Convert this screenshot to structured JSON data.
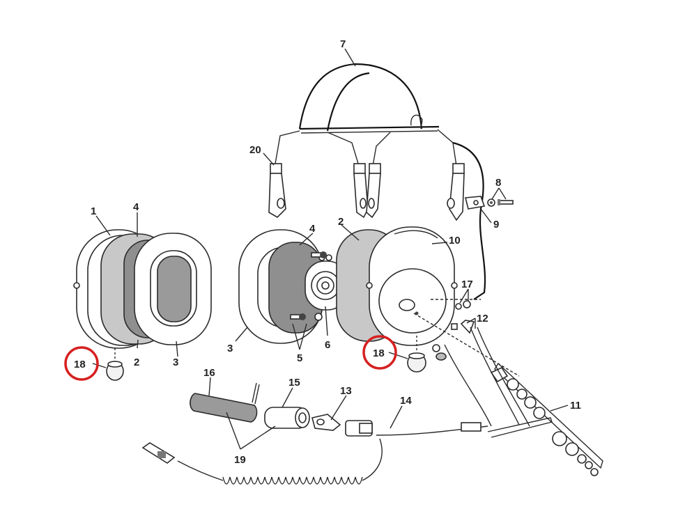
{
  "diagram": {
    "callouts": {
      "c1": "1",
      "c2a": "2",
      "c2b": "2",
      "c3a": "3",
      "c3b": "3",
      "c4a": "4",
      "c4b": "4",
      "c5": "5",
      "c6": "6",
      "c7": "7",
      "c8": "8",
      "c9": "9",
      "c10": "10",
      "c11": "11",
      "c12": "12",
      "c13": "13",
      "c14": "14",
      "c15": "15",
      "c16": "16",
      "c17": "17",
      "c18a": "18",
      "c18b": "18",
      "c19": "19",
      "c20": "20"
    },
    "colors": {
      "line": "#2a2a2a",
      "shade_light": "#c8c8c8",
      "shade_dark": "#8f8f8f",
      "highlight": "#d62020"
    }
  }
}
